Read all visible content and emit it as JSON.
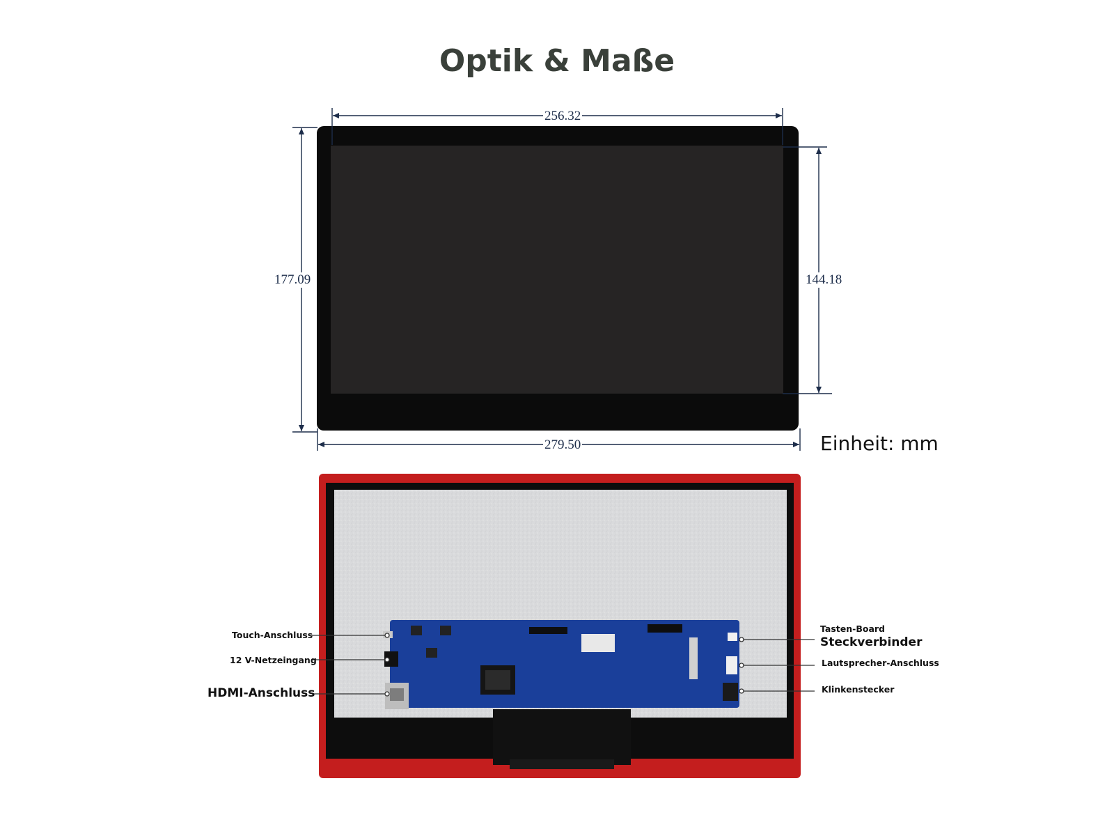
{
  "title": "Optik & Maße",
  "dimensions": {
    "top_width": "256.32",
    "bottom_width": "279.50",
    "left_height": "177.09",
    "right_height": "144.18"
  },
  "unit_label": "Einheit: mm",
  "callouts": {
    "touch": "Touch-Anschluss",
    "power": "12 V-Netzeingang",
    "hdmi": "HDMI-Anschluss",
    "button_board_line1": "Tasten-Board",
    "button_board_line2": "Steckverbinder",
    "speaker": "Lautsprecher-Anschluss",
    "jack": "Klinkenstecker"
  },
  "colors": {
    "frame_red": "#c41e1e",
    "bezel_black": "#0b0b0b",
    "screen_dark": "#262424",
    "pcb_blue": "#1a3f9a",
    "dimension_line": "#1d2d4a"
  }
}
